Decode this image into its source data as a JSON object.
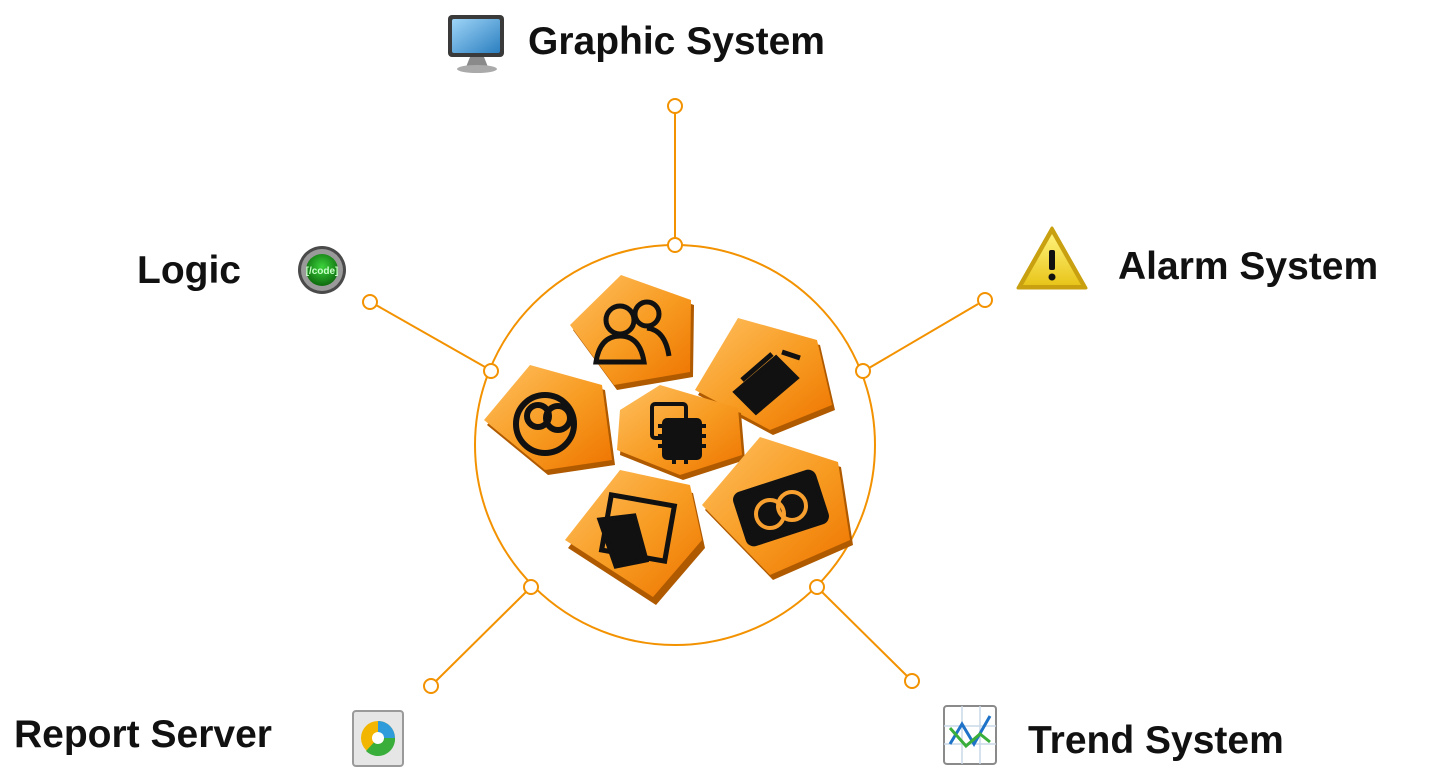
{
  "diagram": {
    "nodes": [
      {
        "id": "graphic-system",
        "label": "Graphic System",
        "icon": "monitor-icon"
      },
      {
        "id": "logic",
        "label": "Logic",
        "icon": "code-button-icon",
        "icon_text": "[/code]"
      },
      {
        "id": "alarm-system",
        "label": "Alarm System",
        "icon": "warning-icon"
      },
      {
        "id": "report-server",
        "label": "Report Server",
        "icon": "report-chart-icon"
      },
      {
        "id": "trend-system",
        "label": "Trend System",
        "icon": "trend-chart-icon"
      }
    ],
    "hub_tiles": [
      {
        "icon": "users-icon"
      },
      {
        "icon": "eraser-icon"
      },
      {
        "icon": "chip-icon"
      },
      {
        "icon": "coins-icon"
      },
      {
        "icon": "card-icon"
      },
      {
        "icon": "window-icon"
      }
    ],
    "colors": {
      "accent": "#F39200",
      "tile_light": "#FFC060",
      "tile_dark": "#F07A00",
      "text": "#111111"
    }
  }
}
